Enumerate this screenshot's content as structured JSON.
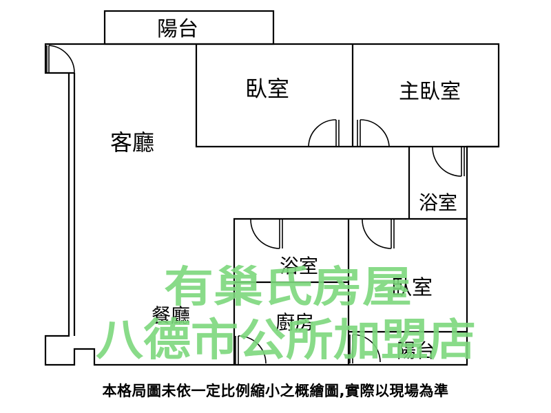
{
  "rooms": {
    "balcony_top": "陽台",
    "bedroom_1": "臥室",
    "master_bedroom": "主臥室",
    "living_room": "客廳",
    "bathroom_1": "浴室",
    "bathroom_2": "浴室",
    "bedroom_2": "臥室",
    "dining_room": "餐廳",
    "kitchen": "廚房",
    "balcony_bottom": "陽台"
  },
  "watermark": {
    "line1": "有巢氏房屋",
    "line2": "八德市公所加盟店",
    "color": "#7dd87d"
  },
  "footer_note": "本格局圖未依一定比例縮小之概繪圖,實際以現場為準",
  "colors": {
    "wall": "#000000",
    "background": "#ffffff"
  }
}
